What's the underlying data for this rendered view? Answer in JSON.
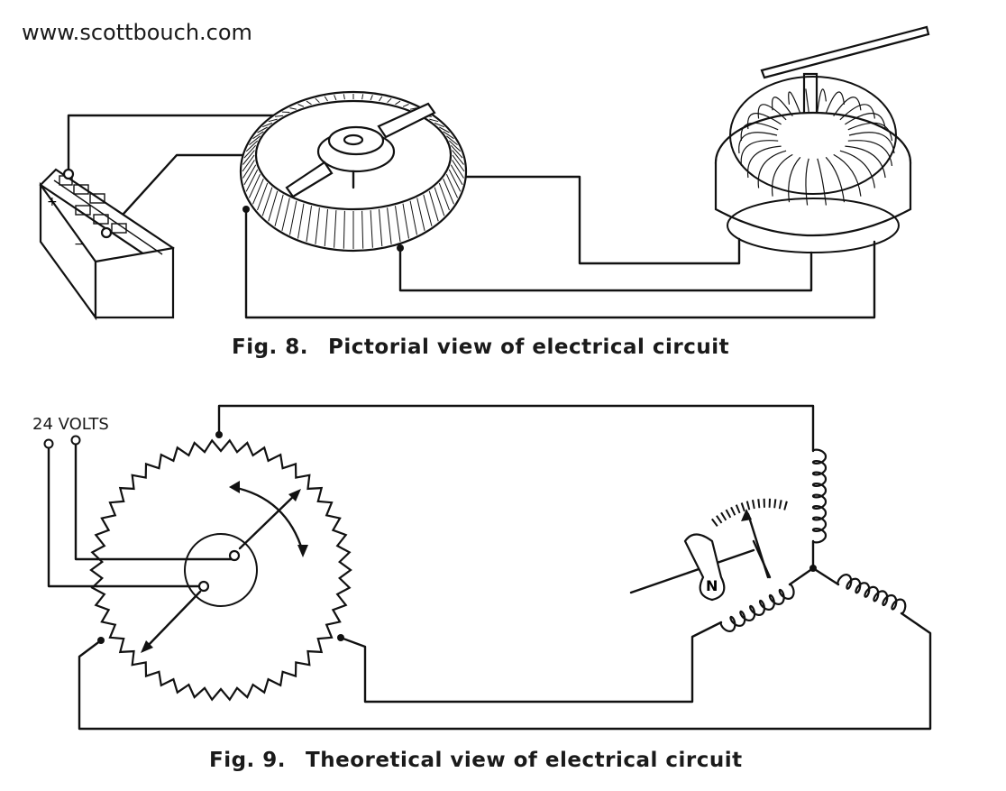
{
  "watermark": "www.scottbouch.com",
  "fig8": {
    "number": "Fig. 8.",
    "caption": "Pictorial view of electrical circuit"
  },
  "fig9": {
    "number": "Fig. 9.",
    "caption": "Theoretical view of electrical circuit",
    "supply_label": "24 VOLTS",
    "pole_label": "N"
  },
  "icons": [
    "battery-icon",
    "rheostat-icon",
    "motor-coil-icon",
    "resistance-ring-icon",
    "needle-magnet-icon",
    "coil-icon"
  ]
}
